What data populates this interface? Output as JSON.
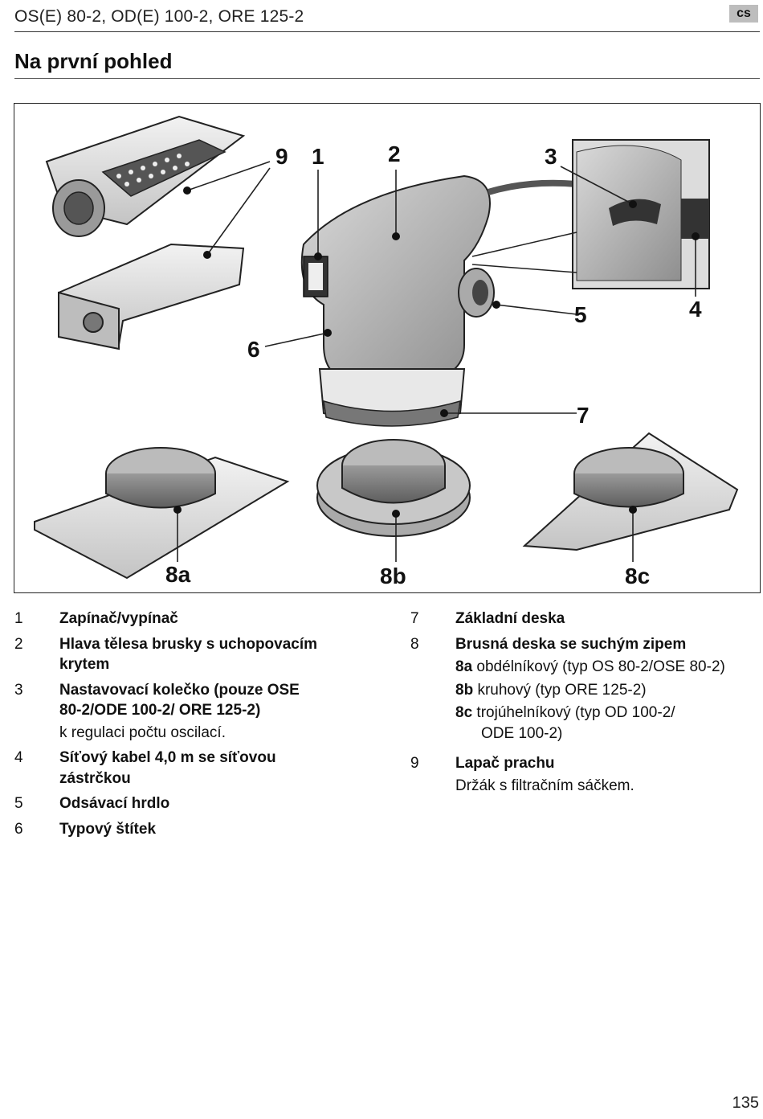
{
  "header": {
    "title": "OS(E) 80-2, OD(E) 100-2, ORE 125-2",
    "lang": "cs"
  },
  "section": {
    "title": "Na první pohled"
  },
  "figure": {
    "callouts": [
      "1",
      "2",
      "3",
      "4",
      "5",
      "6",
      "7",
      "8a",
      "8b",
      "8c",
      "9"
    ]
  },
  "legend": {
    "left": [
      {
        "num": "1",
        "label": "Zapínač/vypínač"
      },
      {
        "num": "2",
        "label": "Hlava tělesa brusky s uchopovacím krytem"
      },
      {
        "num": "3",
        "label": "Nastavovací kolečko (pouze OSE 80-2/ODE 100-2/ ORE 125-2)",
        "desc": "k regulaci počtu oscilací."
      },
      {
        "num": "4",
        "label": "Síťový kabel 4,0 m se síťovou zástrčkou"
      },
      {
        "num": "5",
        "label": "Odsávací hrdlo"
      },
      {
        "num": "6",
        "label": "Typový štítek"
      }
    ],
    "right": [
      {
        "num": "7",
        "label": "Základní deska"
      },
      {
        "num": "8",
        "label": "Brusná deska se suchým zipem",
        "subs": [
          {
            "num": "8a",
            "text": "obdélníkový (typ OS 80-2/OSE 80-2)"
          },
          {
            "num": "8b",
            "text": "kruhový (typ ORE 125-2)"
          },
          {
            "num": "8c",
            "text": "trojúhelníkový (typ OD 100-2/",
            "cont": "ODE 100-2)"
          }
        ]
      },
      {
        "num": "9",
        "label": "Lapač prachu",
        "desc": "Držák s filtračním sáčkem."
      }
    ]
  },
  "page": {
    "number": "135"
  }
}
